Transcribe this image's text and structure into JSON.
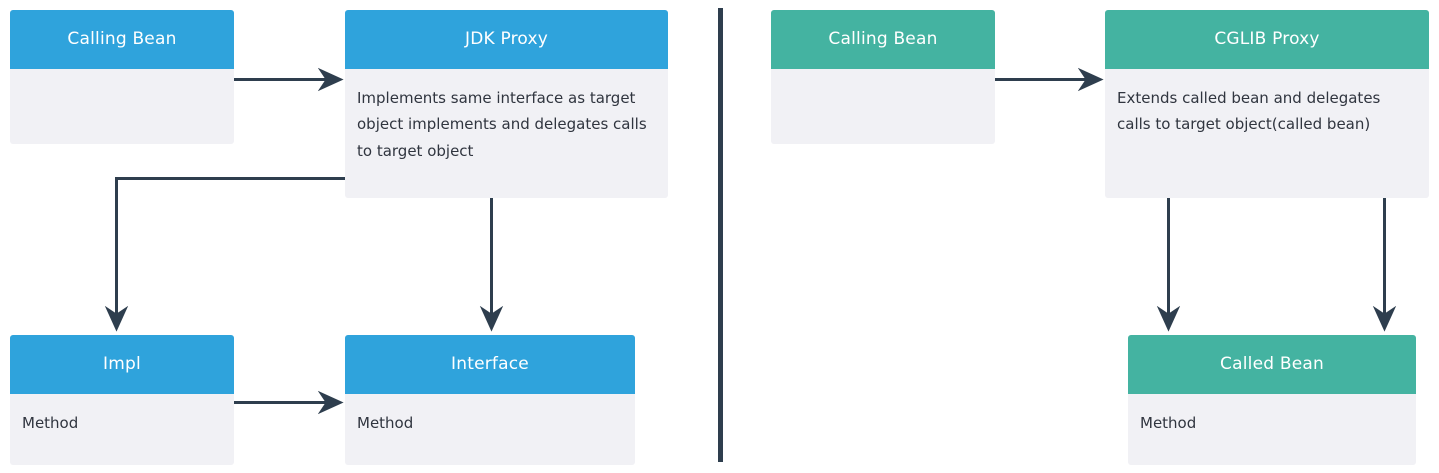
{
  "diagram": {
    "title_visible": false,
    "colors": {
      "jdk_accent": "#2FA3DC",
      "cglib_accent": "#44B3A1",
      "body_bg": "#F1F1F5",
      "connector": "#2E3E4E",
      "header_text": "#FFFFFF",
      "body_text": "#30353F",
      "canvas_bg": "#FFFFFF"
    },
    "left_panel": {
      "name": "jdk-proxy-panel",
      "nodes": [
        {
          "id": "calling-bean-left",
          "header": "Calling Bean",
          "body": "",
          "accent": "blue"
        },
        {
          "id": "jdk-proxy",
          "header": "JDK Proxy",
          "body": "Implements same interface as target object implements and delegates calls to target object",
          "accent": "blue"
        },
        {
          "id": "impl",
          "header": "Impl",
          "body": "Method",
          "accent": "blue"
        },
        {
          "id": "interface",
          "header": "Interface",
          "body": "Method",
          "accent": "blue"
        }
      ],
      "edges": [
        {
          "id": "calling-bean-to-jdk-proxy",
          "from": "calling-bean-left",
          "to": "jdk-proxy",
          "label": ""
        },
        {
          "id": "jdk-proxy-to-impl",
          "from": "jdk-proxy",
          "to": "impl",
          "label": ""
        },
        {
          "id": "jdk-proxy-to-interface",
          "from": "jdk-proxy",
          "to": "interface",
          "label": ""
        },
        {
          "id": "impl-to-interface",
          "from": "impl",
          "to": "interface",
          "label": ""
        }
      ]
    },
    "right_panel": {
      "name": "cglib-proxy-panel",
      "nodes": [
        {
          "id": "calling-bean-right",
          "header": "Calling Bean",
          "body": "",
          "accent": "teal"
        },
        {
          "id": "cglib-proxy",
          "header": "CGLIB Proxy",
          "body": "Extends called bean and delegates calls to target object(called bean)",
          "accent": "teal"
        },
        {
          "id": "called-bean",
          "header": "Called Bean",
          "body": "Method",
          "accent": "teal"
        }
      ],
      "edges": [
        {
          "id": "calling-bean-to-cglib-proxy",
          "from": "calling-bean-right",
          "to": "cglib-proxy",
          "label": ""
        },
        {
          "id": "cglib-proxy-to-called-bean-left",
          "from": "cglib-proxy",
          "to": "called-bean",
          "label": ""
        },
        {
          "id": "cglib-proxy-to-called-bean-right",
          "from": "cglib-proxy",
          "to": "called-bean",
          "label": ""
        }
      ]
    },
    "divider": {
      "name": "panel-divider"
    }
  }
}
